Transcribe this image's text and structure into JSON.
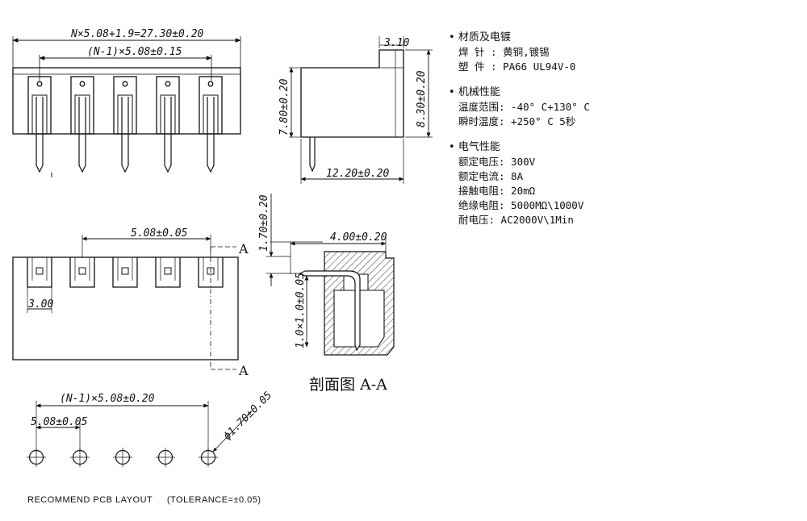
{
  "drawing": {
    "dims": {
      "overall_length": "N×5.08+1.9=27.30±0.20",
      "pitch_total": "(N-1)×5.08±0.15",
      "side_width": "3.10",
      "side_height_left": "7.80±0.20",
      "side_height_right": "8.30±0.20",
      "side_depth": "12.20±0.20",
      "pitch_front": "5.08±0.05",
      "section_offset_v": "1.70±0.20",
      "section_offset_h": "4.00±0.20",
      "pin_square": "1.0×1.0±0.05",
      "slot_width": "3.00",
      "pcb_total": "(N-1)×5.08±0.20",
      "pcb_pitch": "5.08±0.05",
      "hole_dia": "ϕ1.70±0.05"
    },
    "section_marker": "A",
    "section_title": "剖面图 A-A",
    "pcb_caption": "RECOMMEND PCB LAYOUT",
    "tolerance_note": "(TOLERANCE=±0.05)"
  },
  "specs": {
    "materials": {
      "title": "材质及电镀",
      "rows": [
        "焊 针 : 黄铜,镀锡",
        "塑 件 : PA66 UL94V-0"
      ]
    },
    "mechanical": {
      "title": "机械性能",
      "rows": [
        "温度范围: -40° C+130° C",
        "瞬时温度: +250° C 5秒"
      ]
    },
    "electrical": {
      "title": "电气性能",
      "rows": [
        "额定电压: 300V",
        "额定电流: 8A",
        "接触电阻: 20mΩ",
        "绝缘电阻: 5000MΩ\\1000V",
        "耐电压: AC2000V\\1Min"
      ]
    }
  }
}
